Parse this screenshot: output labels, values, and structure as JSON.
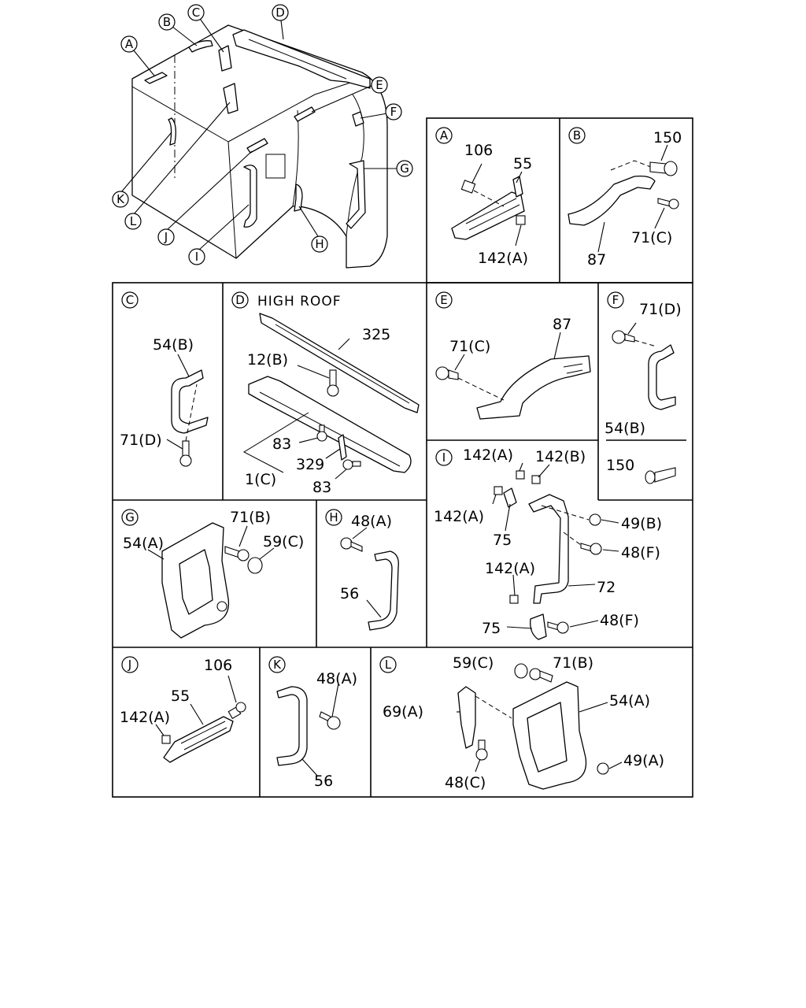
{
  "overview": {
    "callouts": [
      "A",
      "B",
      "C",
      "D",
      "E",
      "F",
      "G",
      "H",
      "I",
      "J",
      "K",
      "L"
    ]
  },
  "panels": {
    "A": {
      "id": "A",
      "labels": {
        "p106": "106",
        "p55": "55",
        "p142a": "142(A)"
      }
    },
    "B": {
      "id": "B",
      "labels": {
        "p150": "150",
        "p71c": "71(C)",
        "p87": "87"
      }
    },
    "C": {
      "id": "C",
      "labels": {
        "p54b": "54(B)",
        "p71d": "71(D)"
      }
    },
    "D": {
      "id": "D",
      "title": "HIGH ROOF",
      "labels": {
        "p325": "325",
        "p12b": "12(B)",
        "p83a": "83",
        "p329": "329",
        "p1c": "1(C)",
        "p83b": "83"
      }
    },
    "E": {
      "id": "E",
      "labels": {
        "p87": "87",
        "p71c": "71(C)"
      }
    },
    "F": {
      "id": "F",
      "labels": {
        "p71d": "71(D)",
        "p54b": "54(B)",
        "p150": "150"
      }
    },
    "G": {
      "id": "G",
      "labels": {
        "p54a": "54(A)",
        "p71b": "71(B)",
        "p59c": "59(C)"
      }
    },
    "H": {
      "id": "H",
      "labels": {
        "p48a": "48(A)",
        "p56": "56"
      }
    },
    "I": {
      "id": "I",
      "labels": {
        "p142a1": "142(A)",
        "p142b": "142(B)",
        "p142a2": "142(A)",
        "p75a": "75",
        "p49b": "49(B)",
        "p48f1": "48(F)",
        "p142a3": "142(A)",
        "p72": "72",
        "p75b": "75",
        "p48f2": "48(F)"
      }
    },
    "J": {
      "id": "J",
      "labels": {
        "p106": "106",
        "p55": "55",
        "p142a": "142(A)"
      }
    },
    "K": {
      "id": "K",
      "labels": {
        "p48a": "48(A)",
        "p56": "56"
      }
    },
    "L": {
      "id": "L",
      "labels": {
        "p59c": "59(C)",
        "p71b": "71(B)",
        "p69a": "69(A)",
        "p54a": "54(A)",
        "p49a": "49(A)",
        "p48c": "48(C)"
      }
    }
  }
}
